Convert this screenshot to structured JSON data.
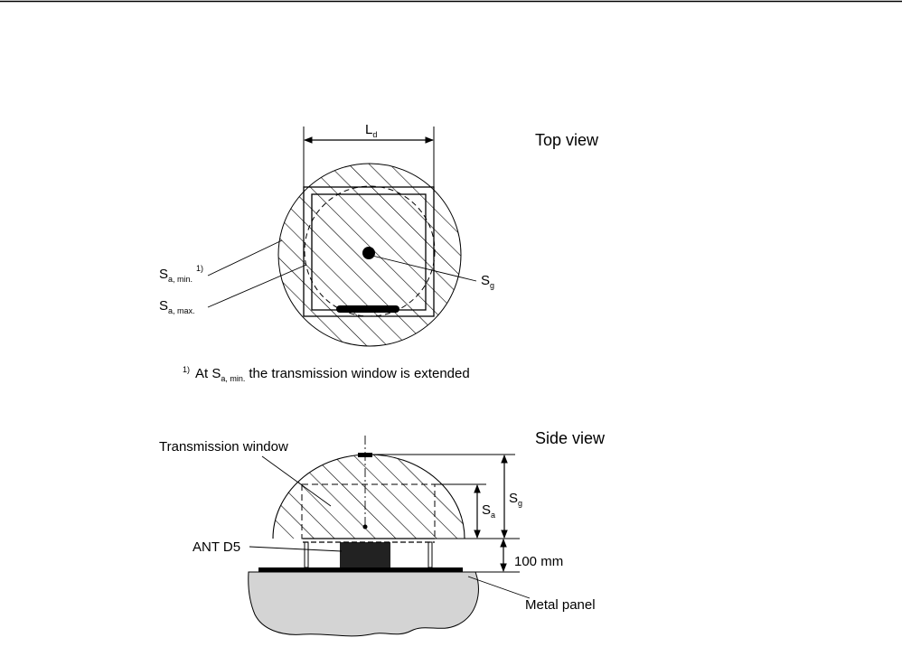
{
  "top_view": {
    "title": "Top view",
    "dim_label": {
      "main": "L",
      "sub": "d"
    },
    "sa_min": {
      "main": "S",
      "sub": "a, min.",
      "sup": "1)"
    },
    "sa_max": {
      "main": "S",
      "sub": "a, max."
    },
    "sg": {
      "main": "S",
      "sub": "g"
    }
  },
  "footnote": {
    "marker": "1)",
    "prefix": "At S",
    "sub": "a, min.",
    "suffix": "the transmission window is extended"
  },
  "side_view": {
    "title": "Side view",
    "transmission_window": "Transmission window",
    "sa": {
      "main": "S",
      "sub": "a"
    },
    "sg": {
      "main": "S",
      "sub": "g"
    },
    "antenna": "ANT D5",
    "distance": "100 mm",
    "metal_panel": "Metal panel"
  }
}
